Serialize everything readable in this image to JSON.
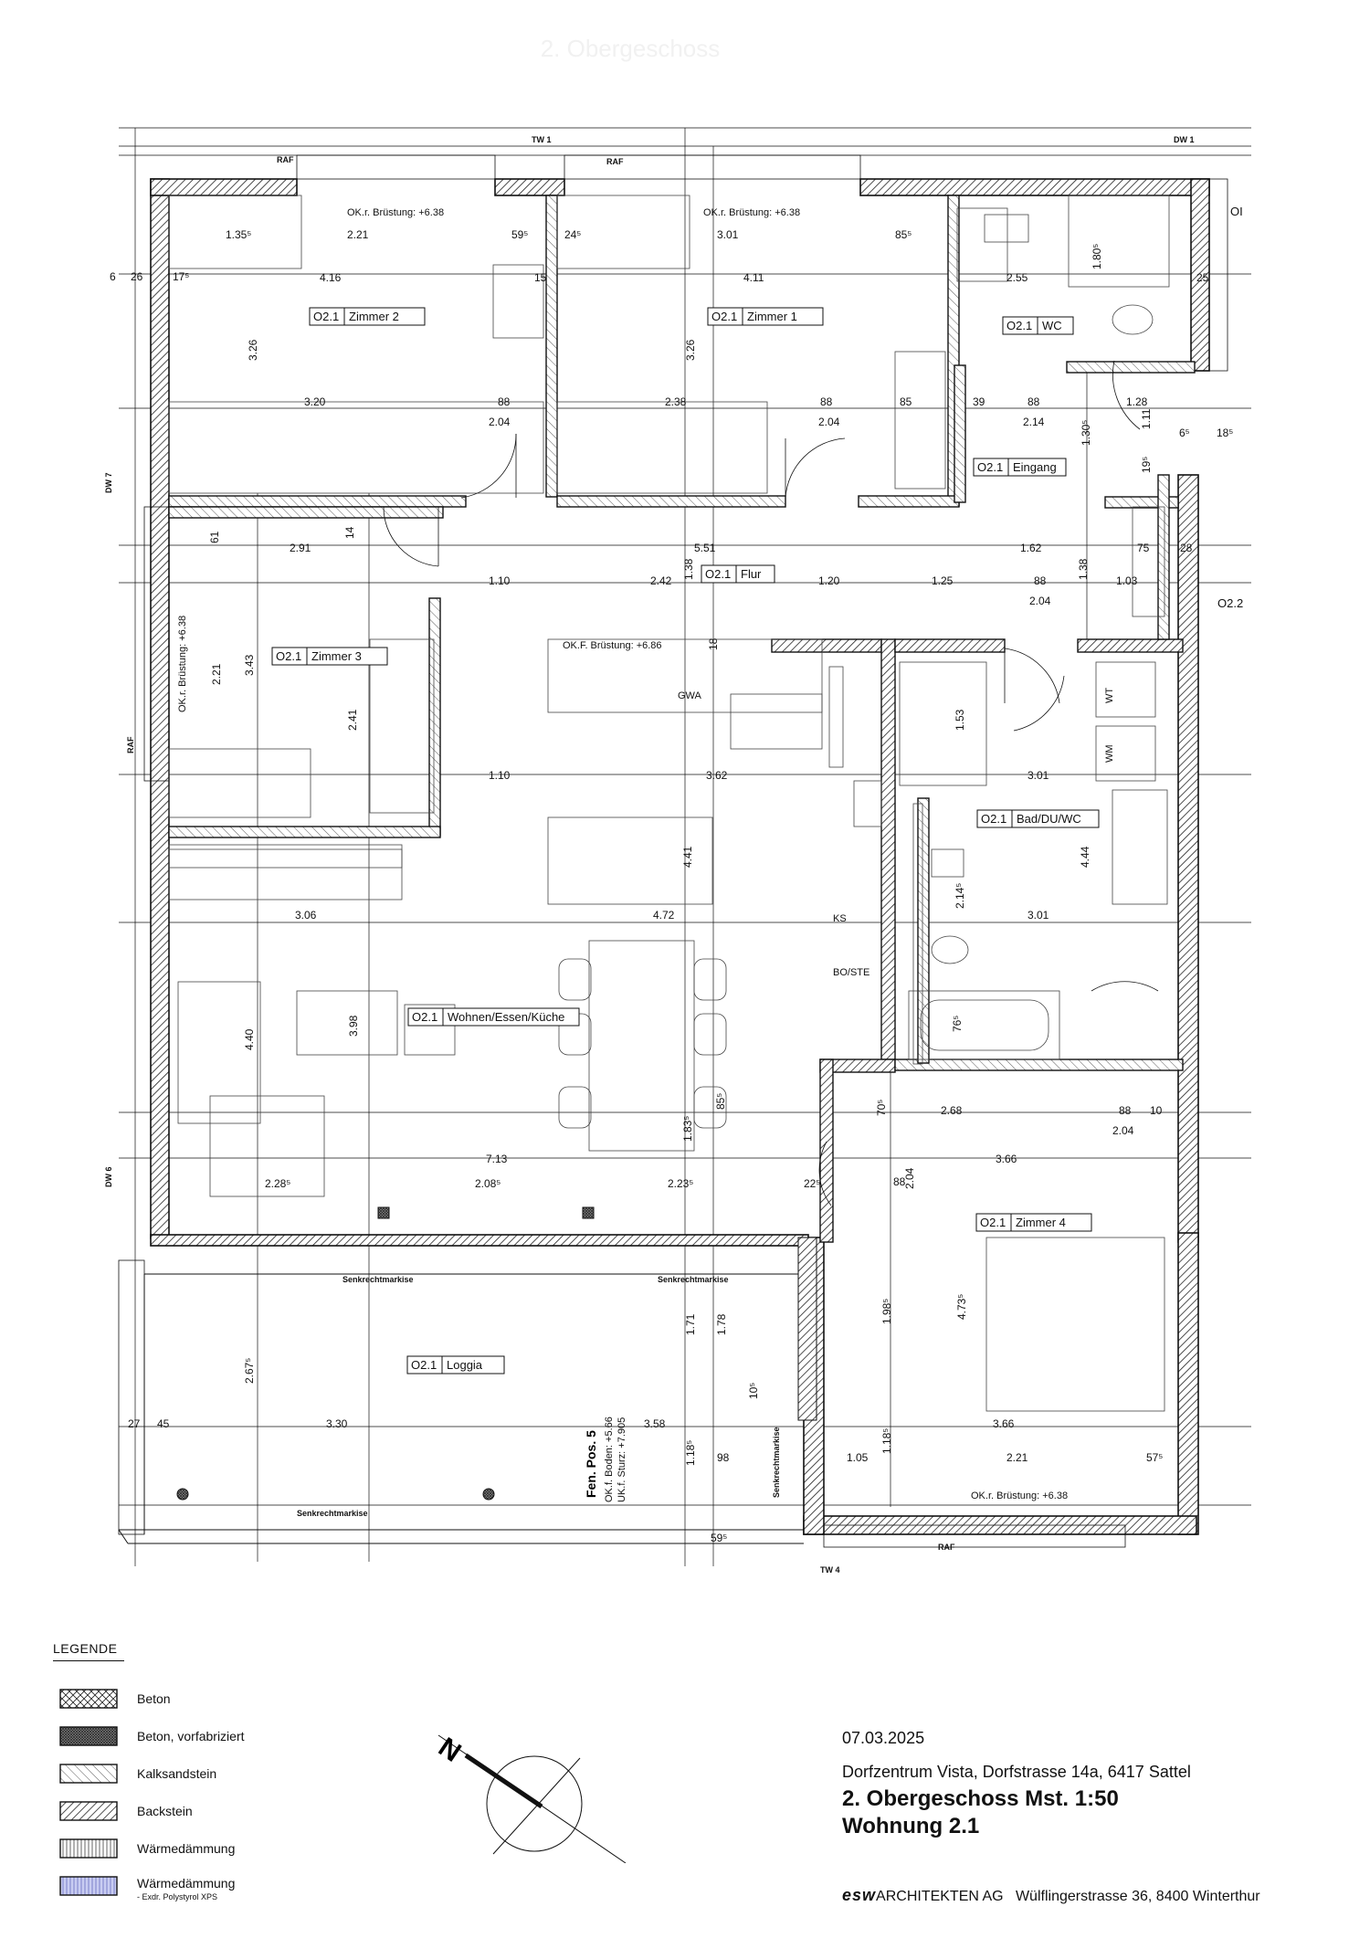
{
  "header_faint": "2. Obergeschoss",
  "window_tags": [
    "TW 1",
    "DW 1",
    "DW 7",
    "DW 6",
    "TW 4"
  ],
  "raf_labels": [
    "RAF",
    "RAF",
    "RAF",
    "RAF"
  ],
  "rooms": [
    {
      "code": "O2.1",
      "name": "Zimmer 2"
    },
    {
      "code": "O2.1",
      "name": "Zimmer 1"
    },
    {
      "code": "O2.1",
      "name": "WC"
    },
    {
      "code": "O2.1",
      "name": "Eingang"
    },
    {
      "code": "O2.1",
      "name": "Flur"
    },
    {
      "code": "O2.1",
      "name": "Zimmer 3"
    },
    {
      "code": "O2.1",
      "name": "Bad/DU/WC"
    },
    {
      "code": "O2.1",
      "name": "Wohnen/Essen/Küche"
    },
    {
      "code": "O2.1",
      "name": "Zimmer 4"
    },
    {
      "code": "O2.1",
      "name": "Loggia"
    }
  ],
  "notes": {
    "brustung_1": "OK.r. Brüstung: +6.38",
    "brustung_2": "OK.r. Brüstung: +6.38",
    "brustung_3": "OK.r. Brüstung: +6.38",
    "brustung_4": "OK.r. Brüstung: +6.38",
    "brustung_kitchen": "OK.F. Brüstung: +6.86",
    "gwa": "GWA",
    "ks": "KS",
    "bo_ste": "BO/STE",
    "wt": "WT",
    "wm": "WM",
    "o2_partial": "O2.2",
    "oi_partial": "OI",
    "markise_1": "Senkrechtmarkise",
    "markise_2": "Senkrechtmarkise",
    "markise_3": "Senkrechtmarkise",
    "markise_4": "Senkrechtmarkise",
    "fen_pos": "Fen. Pos. 5",
    "ok_boden": "OK.f. Boden: +5.66",
    "uk_sturz": "UK.f. Sturz: +7.905"
  },
  "dims": {
    "d1": "1.35⁵",
    "d2": "2.21",
    "d3": "59⁵",
    "d4": "24⁵",
    "d5": "3.01",
    "d6": "85⁵",
    "d7": "4.16",
    "d8": "4.11",
    "d9": "2.55",
    "d10": "3.26",
    "d11": "3.26",
    "d12": "1.80⁵",
    "d13": "3.20",
    "d14": "88",
    "d15": "2.04",
    "d16": "2.38",
    "d17": "88",
    "d18": "2.04",
    "d19": "85",
    "d20": "39",
    "d21": "88",
    "d22": "2.14",
    "d23": "1.28",
    "d24": "1.11",
    "d25": "1.30⁵",
    "d26": "2.91",
    "d27": "5.51",
    "d28": "1.62",
    "d29": "75",
    "d30": "1.10",
    "d31": "2.42",
    "d32": "1.20",
    "d33": "1.25",
    "d34": "88",
    "d35": "2.04",
    "d36": "1.03",
    "d37": "2.21",
    "d38": "3.43",
    "d39": "2.41",
    "d40": "1.53",
    "d41": "1.10",
    "d42": "3.62",
    "d43": "3.01",
    "d44": "4.41",
    "d45": "2.14⁵",
    "d46": "4.44",
    "d47": "3.06",
    "d48": "4.72",
    "d49": "3.01",
    "d50": "4.40",
    "d51": "3.98",
    "d52": "76⁵",
    "d53": "85⁵",
    "d54": "2.68",
    "d55": "88",
    "d56": "2.04",
    "d57": "7.13",
    "d58": "1.83⁵",
    "d59": "3.66",
    "d60": "2.28⁵",
    "d61": "2.08⁵",
    "d62": "2.23⁵",
    "d63": "88",
    "d64": "2.04",
    "d65": "1.98⁵",
    "d66": "4.73⁵",
    "d67": "1.71",
    "d68": "1.78",
    "d69": "2.67⁵",
    "d70": "3.30",
    "d71": "3.58",
    "d72": "3.66",
    "d73": "1.18⁵",
    "d74": "1.18⁵",
    "d75": "98",
    "d76": "1.05",
    "d77": "2.21",
    "d78": "45",
    "d79": "27",
    "d80": "26",
    "d81": "6",
    "d82": "17⁵",
    "d83": "15",
    "d84": "28",
    "d85": "25",
    "d86": "61",
    "d87": "14",
    "d88": "10",
    "d89": "57⁵",
    "d90": "59⁵",
    "d91": "18",
    "d92": "70⁵",
    "d93": "10⁵",
    "d94": "22⁵",
    "d95": "1.38",
    "d96": "1.38",
    "d97": "19⁵",
    "d98": "6⁵",
    "d99": "18⁵"
  },
  "legend": {
    "title": "LEGENDE",
    "items": [
      {
        "label": "Beton",
        "sub": ""
      },
      {
        "label": "Beton, vorfabriziert",
        "sub": ""
      },
      {
        "label": "Kalksandstein",
        "sub": ""
      },
      {
        "label": "Backstein",
        "sub": ""
      },
      {
        "label": "Wärmedämmung",
        "sub": ""
      },
      {
        "label": "Wärmedämmung",
        "sub": "- Exdr. Polystyrol XPS"
      }
    ]
  },
  "north_label": "N",
  "titleblock": {
    "date": "07.03.2025",
    "project": "Dorfzentrum Vista, Dorfstrasse 14a, 6417 Sattel",
    "floor": "2. Obergeschoss Mst. 1:50",
    "unit": "Wohnung 2.1"
  },
  "office": {
    "logo": "esw",
    "name": "ARCHITEKTEN AG",
    "address": "Wülflingerstrasse 36, 8400 Winterthur"
  }
}
